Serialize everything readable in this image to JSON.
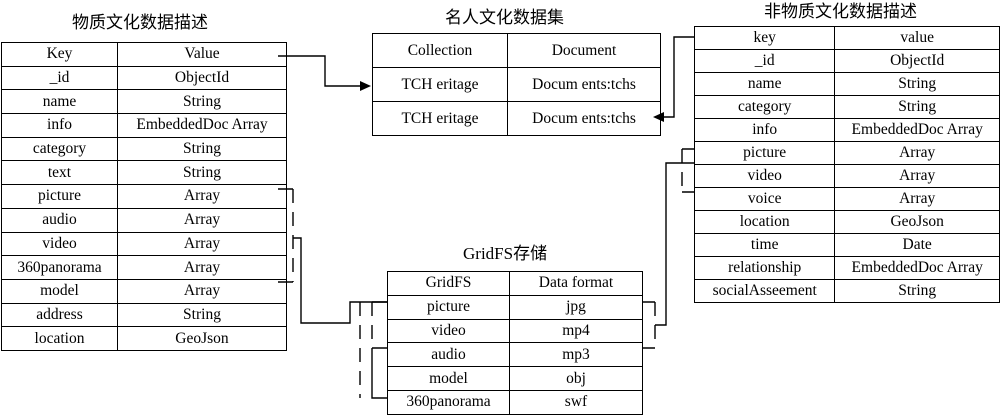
{
  "tables": {
    "material": {
      "title": "物质文化数据描述",
      "header": [
        "Key",
        "Value"
      ],
      "rows": [
        [
          "_id",
          "ObjectId"
        ],
        [
          "name",
          "String"
        ],
        [
          "info",
          "EmbeddedDoc Array"
        ],
        [
          "category",
          "String"
        ],
        [
          "text",
          "String"
        ],
        [
          "picture",
          "Array"
        ],
        [
          "audio",
          "Array"
        ],
        [
          "video",
          "Array"
        ],
        [
          "360panorama",
          "Array"
        ],
        [
          "model",
          "Array"
        ],
        [
          "address",
          "String"
        ],
        [
          "location",
          "GeoJson"
        ]
      ]
    },
    "celebrity": {
      "title": "名人文化数据集",
      "header": [
        "Collection",
        "Document"
      ],
      "rows": [
        [
          "TCH eritage",
          "Docum ents:tchs"
        ],
        [
          "TCH eritage",
          "Docum ents:tchs"
        ]
      ]
    },
    "intangible": {
      "title": "非物质文化数据描述",
      "header": [
        "key",
        "value"
      ],
      "rows": [
        [
          "_id",
          "ObjectId"
        ],
        [
          "name",
          "String"
        ],
        [
          "category",
          "String"
        ],
        [
          "info",
          "EmbeddedDoc Array"
        ],
        [
          "picture",
          "Array"
        ],
        [
          "video",
          "Array"
        ],
        [
          "voice",
          "Array"
        ],
        [
          "location",
          "GeoJson"
        ],
        [
          "time",
          "Date"
        ],
        [
          "relationship",
          "EmbeddedDoc Array"
        ],
        [
          "socialAsseement",
          "String"
        ]
      ]
    },
    "gridfs": {
      "title": "GridFS存储",
      "header": [
        "GridFS",
        "Data  format"
      ],
      "rows": [
        [
          "picture",
          "jpg"
        ],
        [
          "video",
          "mp4"
        ],
        [
          "audio",
          "mp3"
        ],
        [
          "model",
          "obj"
        ],
        [
          "360panorama",
          "swf"
        ]
      ]
    }
  }
}
